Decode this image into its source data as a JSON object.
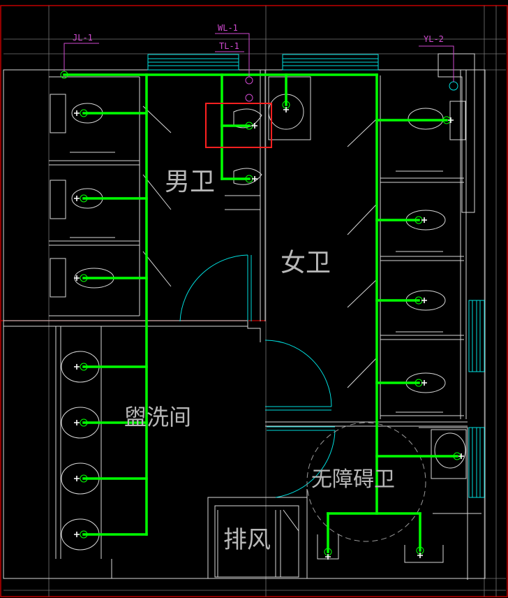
{
  "drawing": {
    "pipe_labels": {
      "jl1": "JL-1",
      "wl1": "WL-1",
      "tl1": "TL-1",
      "yl2": "YL-2"
    },
    "rooms": {
      "mens": "男卫",
      "womens": "女卫",
      "washroom": "盥洗间",
      "accessible": "无障碍卫",
      "exhaust": "排风"
    },
    "colors": {
      "background": "#000000",
      "pipe": "#00ff00",
      "frame": "#c00000",
      "wall": "#d8d8d8",
      "window": "#00dede",
      "label": "#d04ad0",
      "highlight": "#ff2020"
    }
  }
}
